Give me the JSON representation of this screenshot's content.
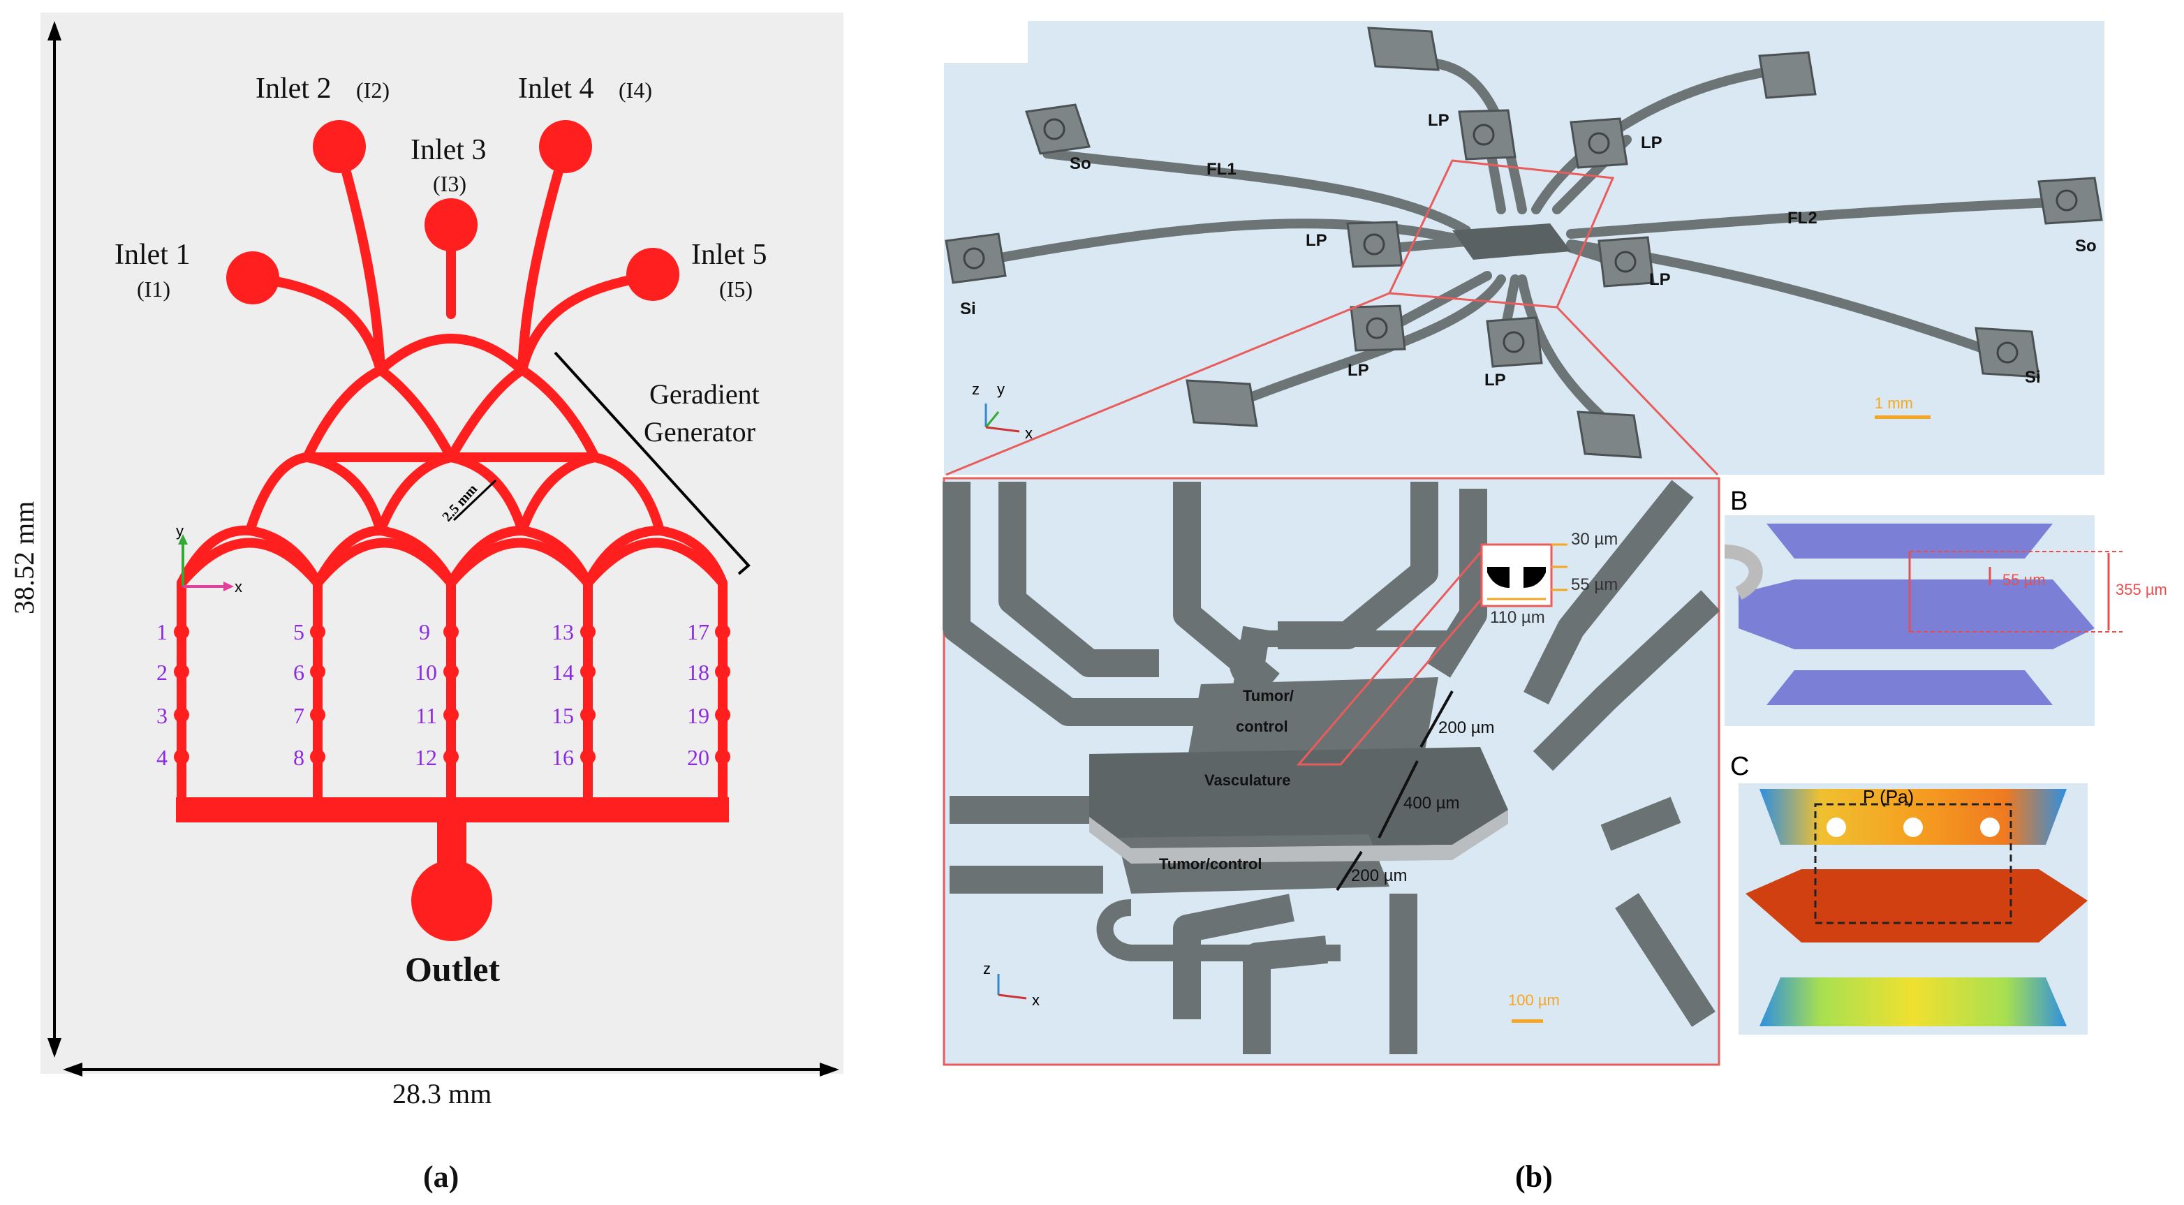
{
  "panel_a": {
    "caption": "(a)",
    "inlets": [
      {
        "label": "Inlet 1",
        "code": "(I1)"
      },
      {
        "label": "Inlet 2",
        "code": "(I2)"
      },
      {
        "label": "Inlet 3",
        "code": "(I3)"
      },
      {
        "label": "Inlet 4",
        "code": "(I4)"
      },
      {
        "label": "Inlet 5",
        "code": "(I5)"
      }
    ],
    "gradient_generator_line1": "Geradient",
    "gradient_generator_line2": "Generator",
    "channel_dim": "2.5 mm",
    "outlet": "Outlet",
    "height_dim": "38.52 mm",
    "width_dim": "28.3 mm",
    "axis_y": "y",
    "axis_x": "x",
    "ports": [
      "1",
      "2",
      "3",
      "4",
      "5",
      "6",
      "7",
      "8",
      "9",
      "10",
      "11",
      "12",
      "13",
      "14",
      "15",
      "16",
      "17",
      "18",
      "19",
      "20"
    ],
    "colors": {
      "channel": "#ff1f1f",
      "port_labels": "#8a2be2",
      "background": "#eeeeee"
    }
  },
  "panel_b": {
    "caption": "(b)",
    "top": {
      "labels": {
        "so_left": "So",
        "so_right": "So",
        "si_left": "Si",
        "si_right": "Si",
        "fl1": "FL1",
        "fl2": "FL2",
        "lp": "LP"
      },
      "scale_bar": "1 mm",
      "axis_z": "z",
      "axis_y": "y",
      "axis_x": "x"
    },
    "zoom": {
      "tumor_top_line1": "Tumor/",
      "tumor_top_line2": "control",
      "vasculature": "Vasculature",
      "tumor_bottom": "Tumor/control",
      "dim_200_top": "200 µm",
      "dim_400": "400 µm",
      "dim_200_bottom": "200 µm",
      "inset_30": "30 µm",
      "inset_55": "55 µm",
      "inset_110": "110 µm",
      "scale_bar": "100 µm",
      "axis_z": "z",
      "axis_x": "x"
    },
    "panel_B": {
      "letter": "B",
      "dim_55": "55 µm",
      "dim_355": "355 µm"
    },
    "panel_C": {
      "letter": "C",
      "pressure_label": "P (Pa)"
    },
    "colors": {
      "background_blue": "#d9e8f2",
      "channel_grey": "#7e8587",
      "frame_red": "#e85c5c",
      "scale_orange": "#f5a623"
    }
  }
}
